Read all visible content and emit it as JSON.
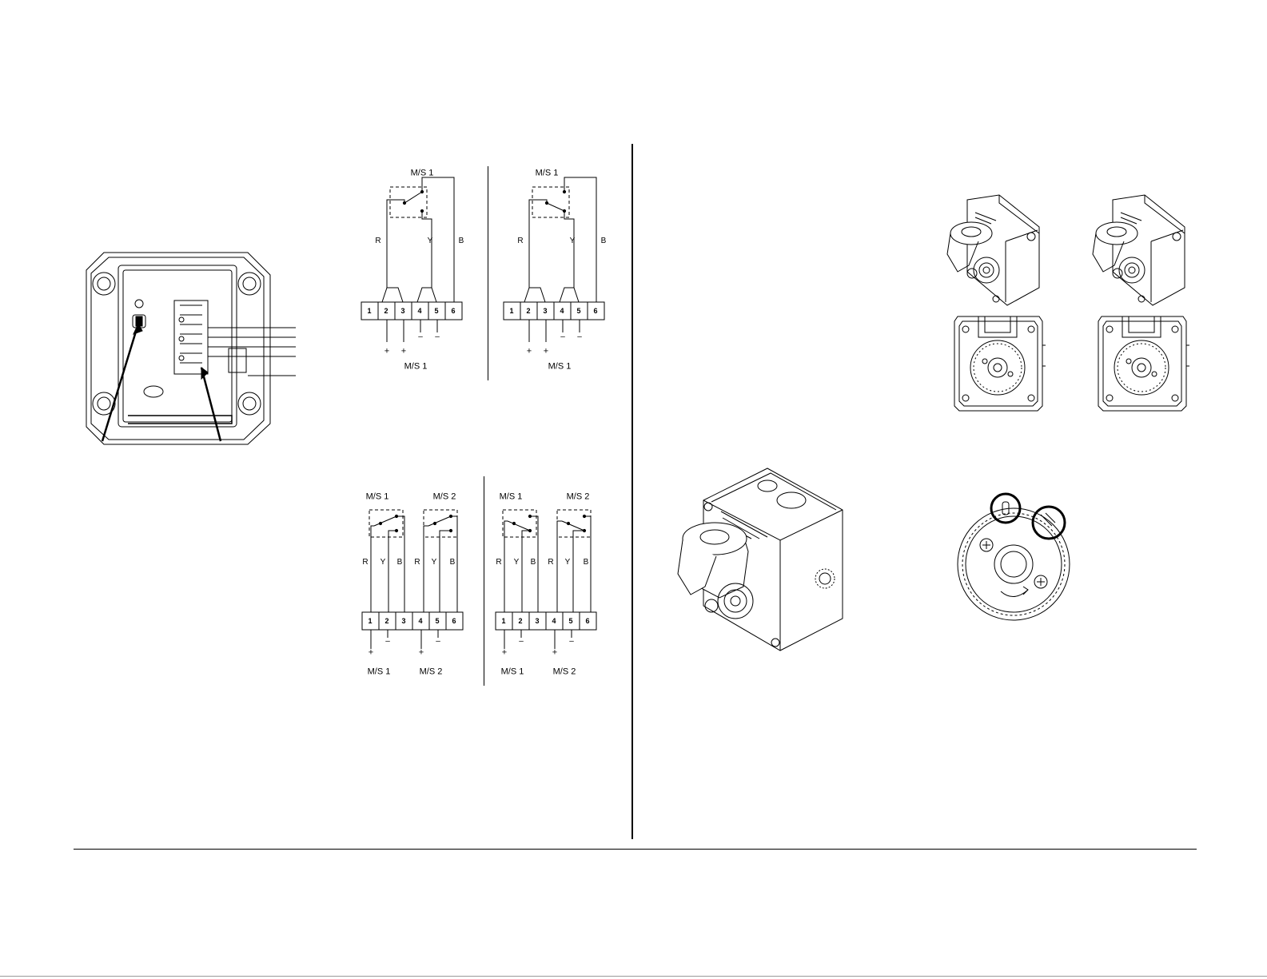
{
  "dividers": {
    "vertical": true,
    "horizontal": true
  },
  "diagram_top_left": {
    "top_label": "M/S 1",
    "wires": [
      "R",
      "Y",
      "B"
    ],
    "terminals": [
      "1",
      "2",
      "3",
      "4",
      "5",
      "6"
    ],
    "signs": [
      "+",
      "+",
      "–",
      "–"
    ],
    "bottom_label": "M/S 1"
  },
  "diagram_top_right": {
    "top_label": "M/S 1",
    "wires": [
      "R",
      "Y",
      "B"
    ],
    "terminals": [
      "1",
      "2",
      "3",
      "4",
      "5",
      "6"
    ],
    "signs": [
      "+",
      "+",
      "–",
      "–"
    ],
    "bottom_label": "M/S 1"
  },
  "diagram_bottom_left": {
    "top_labels": [
      "M/S 1",
      "M/S 2"
    ],
    "wires": [
      "R",
      "Y",
      "B",
      "R",
      "Y",
      "B"
    ],
    "terminals": [
      "1",
      "2",
      "3",
      "4",
      "5",
      "6"
    ],
    "signs": [
      "+",
      "–",
      "+",
      "–"
    ],
    "bottom_labels": [
      "M/S 1",
      "M/S 2"
    ]
  },
  "diagram_bottom_right": {
    "top_labels": [
      "M/S 1",
      "M/S 2"
    ],
    "wires": [
      "R",
      "Y",
      "B",
      "R",
      "Y",
      "B"
    ],
    "terminals": [
      "1",
      "2",
      "3",
      "4",
      "5",
      "6"
    ],
    "signs": [
      "+",
      "–",
      "+",
      "–"
    ],
    "bottom_labels": [
      "M/S 1",
      "M/S 2"
    ]
  },
  "illustrations": [
    {
      "name": "enclosure-interior-drawing"
    },
    {
      "name": "actuator-iso-view-a"
    },
    {
      "name": "actuator-iso-view-b"
    },
    {
      "name": "actuator-front-view-a"
    },
    {
      "name": "actuator-front-view-b"
    },
    {
      "name": "actuator-large-iso-view"
    },
    {
      "name": "cam-dial-detail-view"
    }
  ]
}
